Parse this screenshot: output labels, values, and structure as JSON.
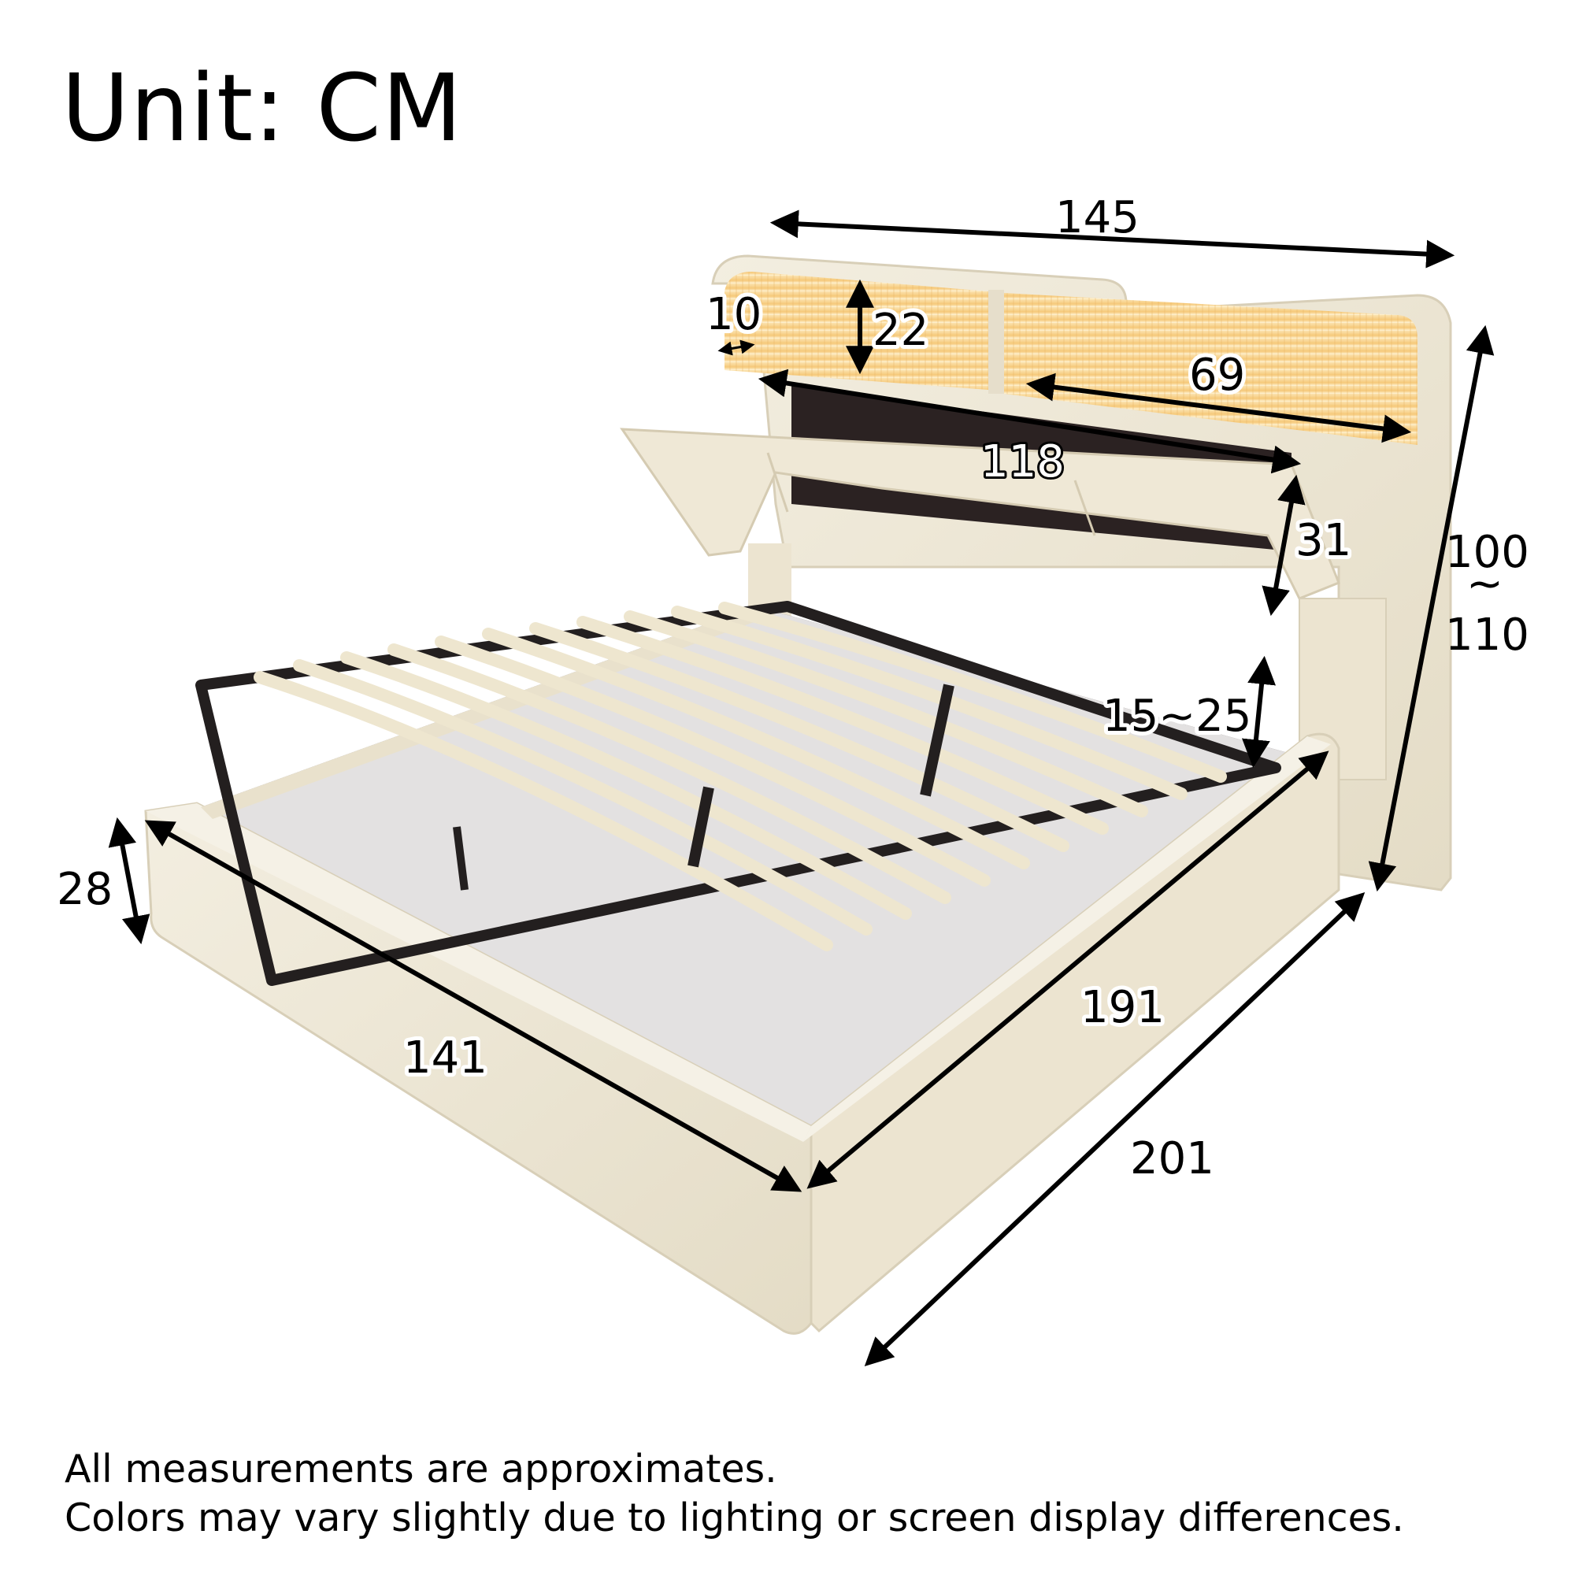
{
  "header": {
    "unit_title": "Unit: CM"
  },
  "product": {
    "name": "Upholstered lift-up storage bed with LED storage headboard",
    "upholstery_color": "#efe9d9",
    "frame_color": "#2a2424",
    "slat_color": "#eee6cf",
    "led_glow_color": "#f6c97a"
  },
  "dimensions": {
    "headboard_width": "145",
    "shelf_divider_depth": "10",
    "shelf_height": "22",
    "shelf_compartment_width": "69",
    "storage_opening_width": "118",
    "storage_flap_height": "31",
    "total_height": "100",
    "total_height_separator": "~",
    "total_height_max": "110",
    "slat_gap_to_side_rail": "15~25",
    "side_rail_height": "28",
    "inner_width": "141",
    "inner_length": "191",
    "total_length": "201"
  },
  "notes": {
    "line1": "All measurements are approximates.",
    "line2": "Colors may vary slightly due to lighting or screen display differences."
  }
}
